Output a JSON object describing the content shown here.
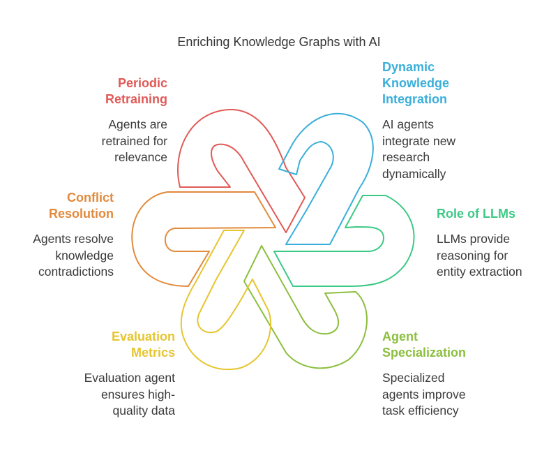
{
  "title": "Enriching Knowledge Graphs with AI",
  "colors": {
    "periodic": "#e05a57",
    "dynamic": "#3aafd9",
    "llms": "#3cc986",
    "agent": "#8cbf3f",
    "evaluation": "#e6c530",
    "conflict": "#e28a3c"
  },
  "items": [
    {
      "key": "periodic",
      "heading": "Periodic\nRetraining",
      "body": "Agents are\nretrained for\nrelevance"
    },
    {
      "key": "dynamic",
      "heading": "Dynamic\nKnowledge\nIntegration",
      "body": "AI agents\nintegrate new\nresearch\ndynamically"
    },
    {
      "key": "conflict",
      "heading": "Conflict\nResolution",
      "body": "Agents resolve\nknowledge\ncontradictions"
    },
    {
      "key": "llms",
      "heading": "Role of LLMs",
      "body": "LLMs provide\nreasoning for\nentity extraction"
    },
    {
      "key": "evaluation",
      "heading": "Evaluation\nMetrics",
      "body": "Evaluation agent\nensures high-\nquality data"
    },
    {
      "key": "agent",
      "heading": "Agent\nSpecialization",
      "body": "Specialized\nagents improve\ntask efficiency"
    }
  ]
}
